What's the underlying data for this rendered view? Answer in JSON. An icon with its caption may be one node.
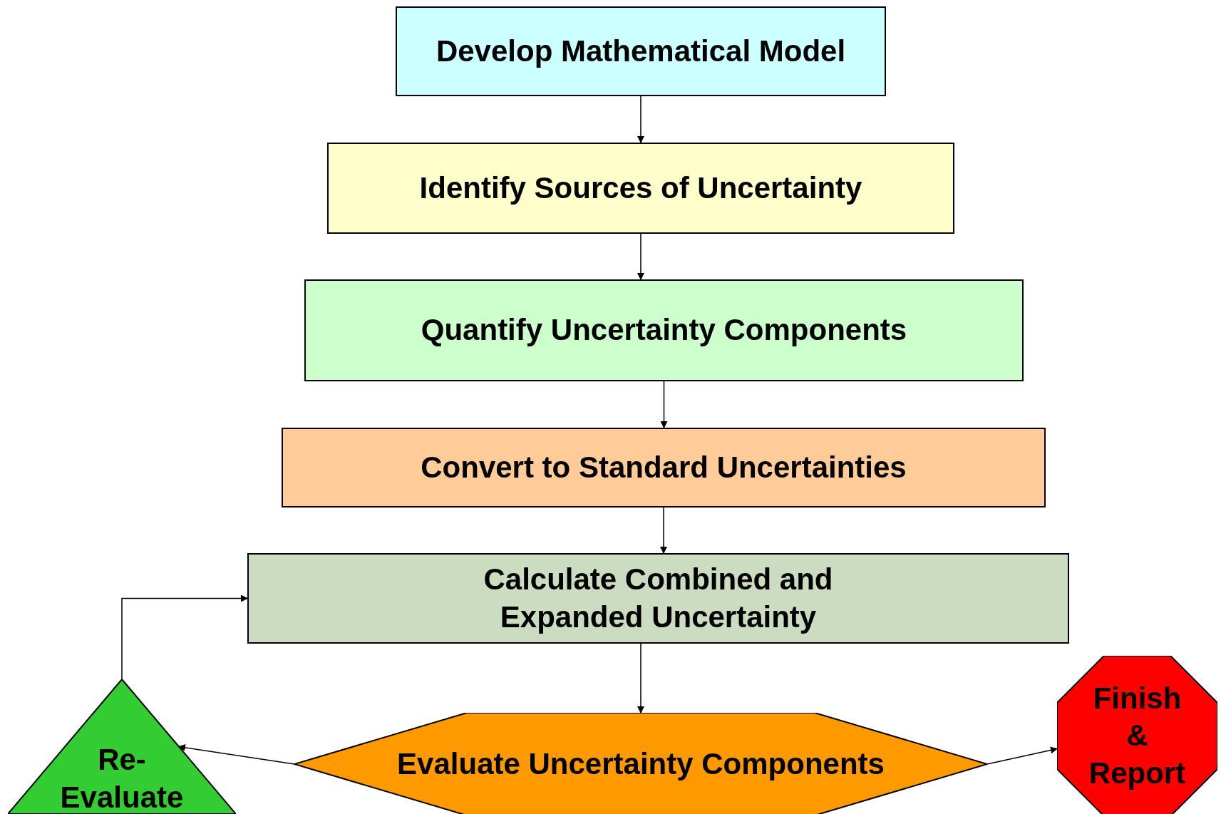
{
  "diagram": {
    "nodes": [
      {
        "text": [
          "Develop Mathematical Model"
        ]
      },
      {
        "text": [
          "Identify Sources of Uncertainty"
        ]
      },
      {
        "text": [
          "Quantify Uncertainty Components"
        ]
      },
      {
        "text": [
          "Convert to Standard Uncertainties"
        ]
      },
      {
        "text": [
          "Calculate Combined and Expanded Uncertainty"
        ]
      },
      {
        "text": [
          "Evaluate Uncertainty Components"
        ]
      },
      {
        "text": [
          "Re- Evaluate"
        ]
      },
      {
        "text": [
          "Finish & Report"
        ]
      }
    ],
    "edges": [
      {
        "from": 0,
        "to": 1,
        "arrow": "to"
      },
      {
        "from": 1,
        "to": 2,
        "arrow": "to"
      },
      {
        "from": 2,
        "to": 3,
        "arrow": "to"
      },
      {
        "from": 3,
        "to": 4,
        "arrow": "to"
      },
      {
        "from": 4,
        "to": 5,
        "arrow": "to"
      },
      {
        "from": 5,
        "to": 6,
        "arrow": "to"
      },
      {
        "from": 5,
        "to": 7,
        "arrow": "to"
      },
      {
        "from": 6,
        "to": 4,
        "arrow": "to"
      }
    ]
  }
}
